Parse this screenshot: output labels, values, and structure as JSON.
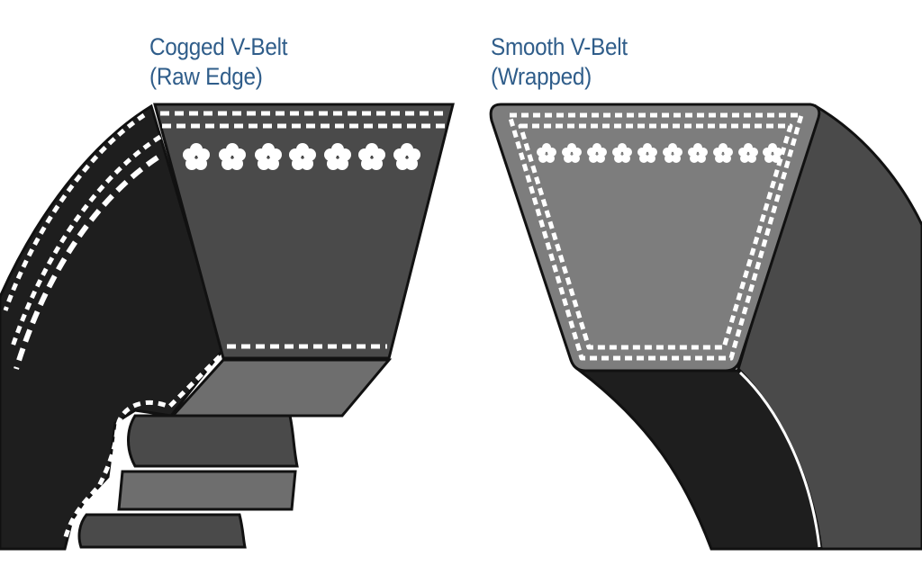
{
  "labels": {
    "cogged": {
      "line1": "Cogged V-Belt",
      "line2": "(Raw Edge)"
    },
    "smooth": {
      "line1": "Smooth V-Belt",
      "line2": "(Wrapped)"
    }
  },
  "colors": {
    "title_text": "#2f5d8a",
    "belt_dark": "#1e1e1e",
    "belt_face": "#4a4a4a",
    "belt_mid": "#6e6e6e",
    "belt_light": "#7d7d7d",
    "outline": "#111111",
    "cord": "#ffffff"
  }
}
